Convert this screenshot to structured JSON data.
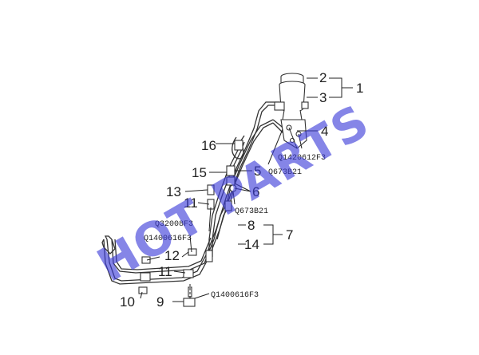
{
  "watermark": "HOT PARTS",
  "callouts": {
    "n1": "1",
    "n2": "2",
    "n3": "3",
    "n4": "4",
    "n5": "5",
    "n6": "6",
    "n7": "7",
    "n8": "8",
    "n9": "9",
    "n10": "10",
    "n11a": "11",
    "n11b": "11",
    "n12": "12",
    "n13": "13",
    "n14": "14",
    "n15": "15",
    "n16": "16"
  },
  "codes": {
    "c1": "Q1420612F3",
    "c2": "Q673B21",
    "c3": "Q673B21",
    "c4": "Q32008F3",
    "c5": "Q1400616F3",
    "c6": "Q1400616F3"
  }
}
